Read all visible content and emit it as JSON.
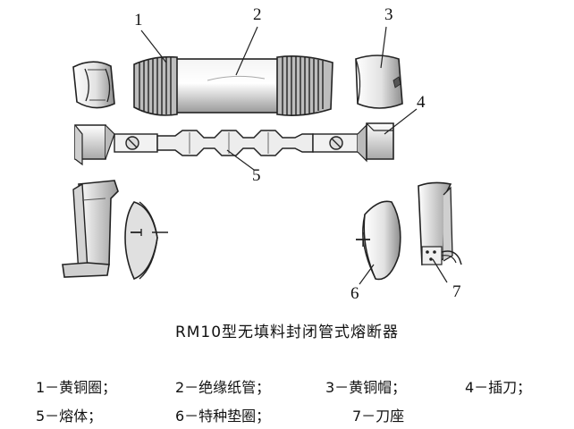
{
  "callouts": {
    "c1": "1",
    "c2": "2",
    "c3": "3",
    "c4": "4",
    "c5": "5",
    "c6": "6",
    "c7": "7"
  },
  "caption": "RM10型无填料封闭管式熔断器",
  "legend": {
    "row1": [
      "1－黄铜圈；",
      "2－绝缘纸管；",
      "3－黄铜帽；",
      "4－插刀；"
    ],
    "row2": [
      "5－熔体；",
      "6－特种垫圈；",
      "7－刀座"
    ]
  },
  "colors": {
    "line": "#222222",
    "shade_light": "#e6e6e6",
    "shade_dark": "#8a8a8a"
  }
}
